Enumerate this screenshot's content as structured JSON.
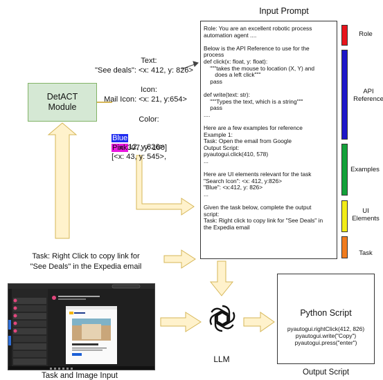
{
  "prompt": {
    "title": "Input Prompt",
    "lines": [
      "Role: You are an excellent robotic process",
      "automation agent ....",
      "",
      "Below is the API Reference to use for the",
      "process",
      "def click(x: float, y: float):",
      "    \"\"\"takes the mouse to location (X, Y) and",
      "       does a left click\"\"\"",
      "    pass",
      "",
      "def write(text: str):",
      "    \"\"\"Types the text, which is a string\"\"\"",
      "    pass",
      "....",
      "",
      "Here are a few examples for reference",
      "Example 1:",
      "Task: Open the email from Google",
      "Output Script:",
      "pyautogui.click(410, 578)",
      "...",
      "",
      "Here are UI elements relevant for the task",
      "\"Search Icon\": <x: 412, y:826>",
      "\"Blue\": <x:412, y: 826>",
      "...",
      "",
      "Given the task below, complete the output",
      "script:",
      "Task: Right click to copy link for \"See Deals\" in",
      "the Expedia email"
    ]
  },
  "sections": [
    {
      "label": "Role",
      "color": "#e8141b"
    },
    {
      "label": "API Reference",
      "color": "#1d17c9"
    },
    {
      "label": "Examples",
      "color": "#13a13a"
    },
    {
      "label": "UI Elements",
      "color": "#f2ec17"
    },
    {
      "label": "Task",
      "color": "#f07b1e"
    }
  ],
  "detact": {
    "label_line1": "DetACT",
    "label_line2": "Module",
    "fill": "#d5e8d4",
    "border": "#82b366"
  },
  "detections": {
    "text_heading": "Text:",
    "text_value": "\"See deals\": <x: 412, y: 826>",
    "icon_heading": "Icon:",
    "icon_value": "Mail Icon: <x: 21, y:654>",
    "color_heading": "Color:",
    "blue_word": "Blue",
    "blue_value": "<x: 412, y:826>",
    "pink_word": "Pink",
    "pink_value": "[<x: 43, y: 545>,",
    "pink_value2": "x: 307, y: 100]",
    "blue_color": "#1e2bf0",
    "pink_color": "#ea17e0"
  },
  "task": {
    "line1": "Task: Right Click to copy link for",
    "line2": "\"See Deals\" in the Expedia email"
  },
  "image_label": "Task and Image Input",
  "llm_label": "LLM",
  "output": {
    "title": "Python Script",
    "lines": [
      "pyautogui.rightClick(412, 826)",
      "pyautogui.write(\"Copy\")",
      "pyautogui.press(\"enter\")"
    ],
    "label": "Output Script"
  },
  "screenshot": {
    "email_heading": "The car hire giveaway for: fun",
    "brand": "Expedia",
    "card_title": "Luxury getaways for less",
    "button": "See deals"
  },
  "arrow_color": "#fff2cc",
  "arrow_stroke": "#d6b656"
}
